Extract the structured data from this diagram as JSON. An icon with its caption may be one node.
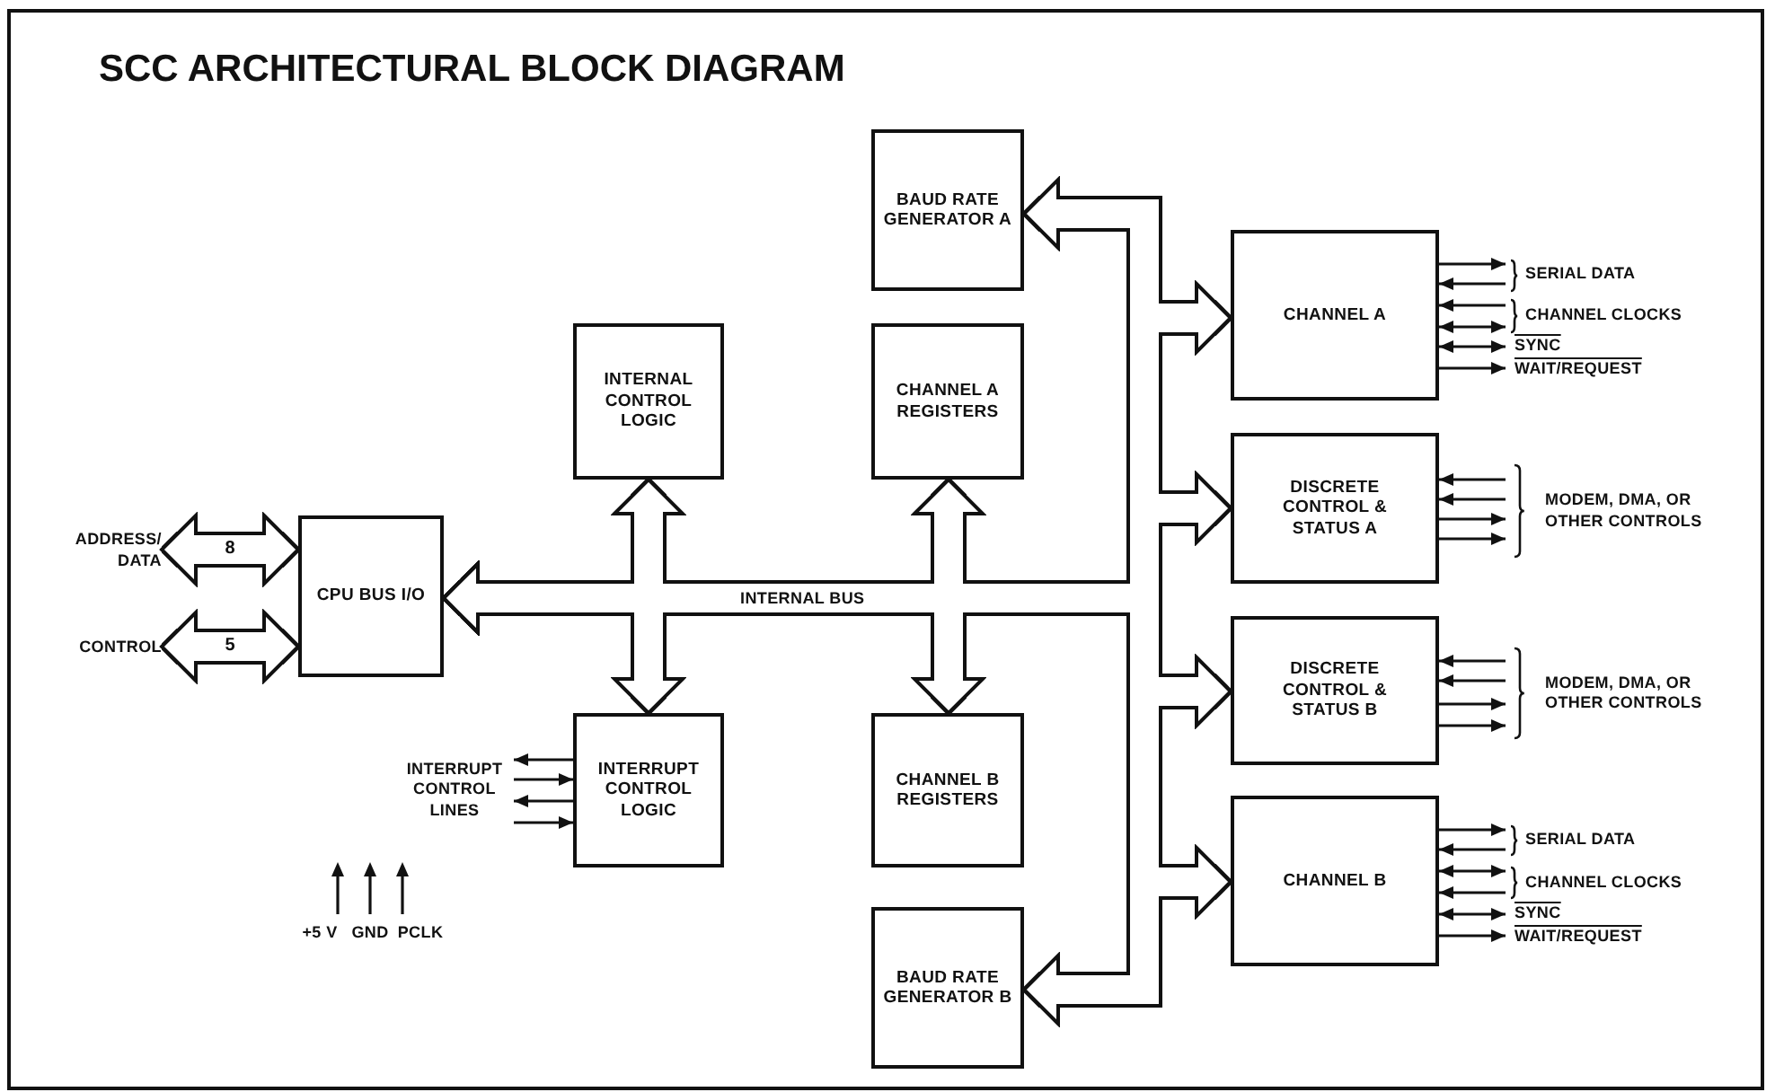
{
  "diagram": {
    "title": "SCC ARCHITECTURAL BLOCK DIAGRAM",
    "nodes": [
      {
        "text": [
          "BAUD RATE GENERATOR A"
        ]
      },
      {
        "text": [
          "INTERNAL CONTROL LOGIC"
        ]
      },
      {
        "text": [
          "CHANNEL A REGISTERS"
        ]
      },
      {
        "text": [
          "CHANNEL A"
        ]
      },
      {
        "text": [
          "SERIAL DATA"
        ]
      },
      {
        "text": [
          "CHANNEL CLOCKS"
        ]
      },
      {
        "text": [
          "SYNC"
        ]
      },
      {
        "text": [
          "WAIT/REQUEST"
        ]
      },
      {
        "text": [
          "DISCRETE CONTROL & STATUS A"
        ]
      },
      {
        "text": [
          "MODEM, DMA, OR OTHER CONTROLS"
        ]
      },
      {
        "text": [
          "ADDRESS/DATA"
        ]
      },
      {
        "text": [
          "CPU BUS I/O"
        ]
      },
      {
        "text": [
          "CONTROL"
        ]
      },
      {
        "text": [
          "DISCRETE CONTROL & STATUS B"
        ]
      },
      {
        "text": [
          "MODEM, DMA, OR OTHER CONTROLS"
        ]
      },
      {
        "text": [
          "INTERRUPT CONTROL LINES"
        ]
      },
      {
        "text": [
          "INTERRUPT CONTROL LOGIC"
        ]
      },
      {
        "text": [
          "CHANNEL B REGISTERS"
        ]
      },
      {
        "text": [
          "CHANNEL B"
        ]
      },
      {
        "text": [
          "SERIAL DATA"
        ]
      },
      {
        "text": [
          "CHANNEL CLOCKS"
        ]
      },
      {
        "text": [
          "SYNC"
        ]
      },
      {
        "text": [
          "WAIT/REQUEST"
        ]
      },
      {
        "text": [
          "BAUD RATE GENERATOR B"
        ]
      }
    ],
    "edges": [
      {
        "from": 11,
        "to": 1,
        "arrow": "both",
        "style": "thick"
      },
      {
        "from": 11,
        "to": 16,
        "arrow": "both",
        "style": "thick"
      },
      {
        "from": 11,
        "to": 2,
        "arrow": "both",
        "style": "thick"
      },
      {
        "from": 11,
        "to": 17,
        "arrow": "both",
        "style": "thick"
      },
      {
        "from": 11,
        "to": 0,
        "arrow": "both",
        "style": "thick"
      },
      {
        "from": 11,
        "to": 23,
        "arrow": "both",
        "style": "thick"
      },
      {
        "from": 11,
        "to": 3,
        "arrow": "both",
        "style": "thick"
      },
      {
        "from": 11,
        "to": 8,
        "arrow": "both",
        "style": "thick"
      },
      {
        "from": 11,
        "to": 13,
        "arrow": "both",
        "style": "thick"
      },
      {
        "from": 11,
        "to": 18,
        "arrow": "both",
        "style": "thick"
      },
      {
        "from": 10,
        "to": 11,
        "arrow": "both",
        "label": "8",
        "style": "thick"
      },
      {
        "from": 12,
        "to": 11,
        "arrow": "both",
        "label": "5",
        "style": "thick"
      },
      {
        "from": 3,
        "to": 4,
        "arrow": "to"
      },
      {
        "from": 4,
        "to": 3,
        "arrow": "to"
      },
      {
        "from": 5,
        "to": 3,
        "arrow": "to"
      },
      {
        "from": 3,
        "to": 5,
        "arrow": "both"
      },
      {
        "from": 3,
        "to": 6,
        "arrow": "both"
      },
      {
        "from": 3,
        "to": 7,
        "arrow": "to"
      },
      {
        "from": 9,
        "to": 8,
        "arrow": "to"
      },
      {
        "from": 9,
        "to": 8,
        "arrow": "to"
      },
      {
        "from": 8,
        "to": 9,
        "arrow": "to"
      },
      {
        "from": 8,
        "to": 9,
        "arrow": "to"
      },
      {
        "from": 14,
        "to": 13,
        "arrow": "to"
      },
      {
        "from": 14,
        "to": 13,
        "arrow": "to"
      },
      {
        "from": 13,
        "to": 14,
        "arrow": "to"
      },
      {
        "from": 13,
        "to": 14,
        "arrow": "to"
      },
      {
        "from": 16,
        "to": 15,
        "arrow": "to"
      },
      {
        "from": 15,
        "to": 16,
        "arrow": "to"
      },
      {
        "from": 16,
        "to": 15,
        "arrow": "to"
      },
      {
        "from": 15,
        "to": 16,
        "arrow": "to"
      },
      {
        "from": 18,
        "to": 19,
        "arrow": "to"
      },
      {
        "from": 19,
        "to": 18,
        "arrow": "to"
      },
      {
        "from": 18,
        "to": 20,
        "arrow": "both"
      },
      {
        "from": 20,
        "to": 18,
        "arrow": "to"
      },
      {
        "from": 18,
        "to": 21,
        "arrow": "both"
      },
      {
        "from": 18,
        "to": 22,
        "arrow": "to"
      }
    ],
    "labels": [
      "INTERNAL BUS",
      "+5 V",
      "GND",
      "PCLK"
    ]
  }
}
